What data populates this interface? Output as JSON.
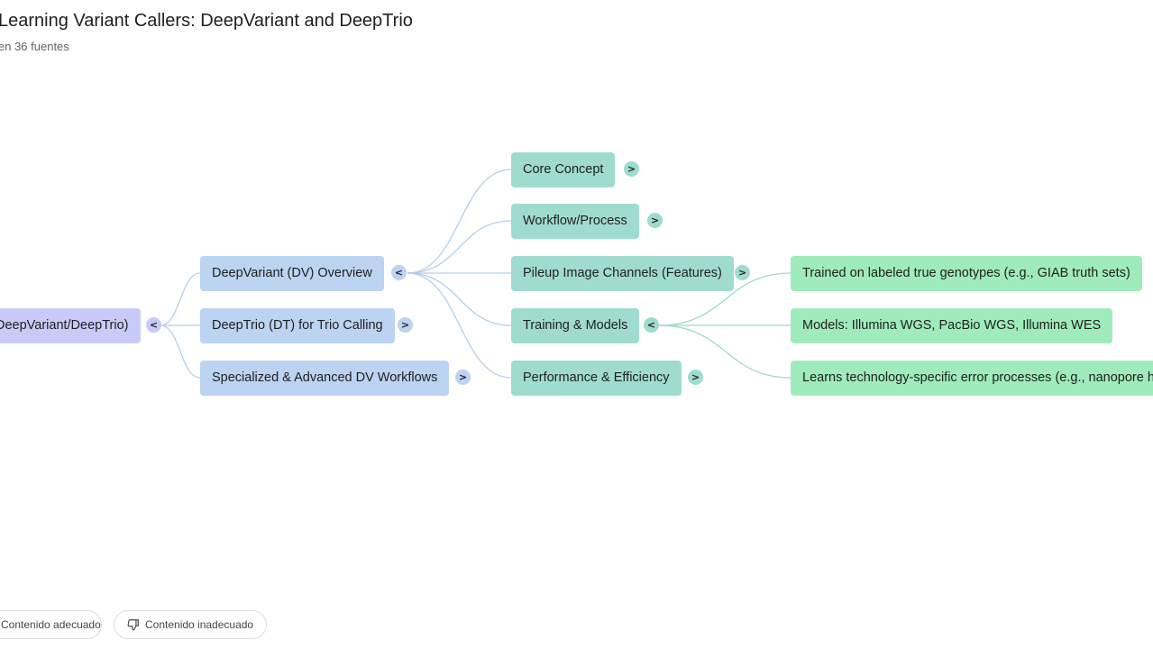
{
  "header": {
    "title": "Learning Variant Callers: DeepVariant and DeepTrio",
    "subtitle": "en 36 fuentes"
  },
  "mindmap": {
    "root": {
      "label": "DeepVariant/DeepTrio)",
      "toggle": "<"
    },
    "level1": [
      {
        "label": "DeepVariant (DV) Overview",
        "toggle": "<"
      },
      {
        "label": "DeepTrio (DT) for Trio Calling",
        "toggle": ">"
      },
      {
        "label": "Specialized & Advanced DV Workflows",
        "toggle": ">"
      }
    ],
    "level2": [
      {
        "label": "Core Concept",
        "toggle": ">"
      },
      {
        "label": "Workflow/Process",
        "toggle": ">"
      },
      {
        "label": "Pileup Image Channels (Features)",
        "toggle": ">"
      },
      {
        "label": "Training & Models",
        "toggle": "<"
      },
      {
        "label": "Performance & Efficiency",
        "toggle": ">"
      }
    ],
    "level3": [
      {
        "label": "Trained on labeled true genotypes (e.g., GIAB truth sets)"
      },
      {
        "label": "Models: Illumina WGS, PacBio WGS, Illumina WES"
      },
      {
        "label": "Learns technology-specific error processes (e.g., nanopore homopolymer errors)"
      }
    ]
  },
  "feedback": {
    "positive_label": "Contenido adecuado",
    "negative_label": "Contenido inadecuado",
    "positive_icon": "thumbs-up-icon",
    "negative_icon": "thumbs-down-icon"
  },
  "colors": {
    "root": "#c8cbf8",
    "level1": "#bcd3f1",
    "level2": "#9fdccf",
    "level3": "#a0ebbb",
    "edge_blue": "#b6cde9",
    "edge_green": "#9fd9c6"
  }
}
